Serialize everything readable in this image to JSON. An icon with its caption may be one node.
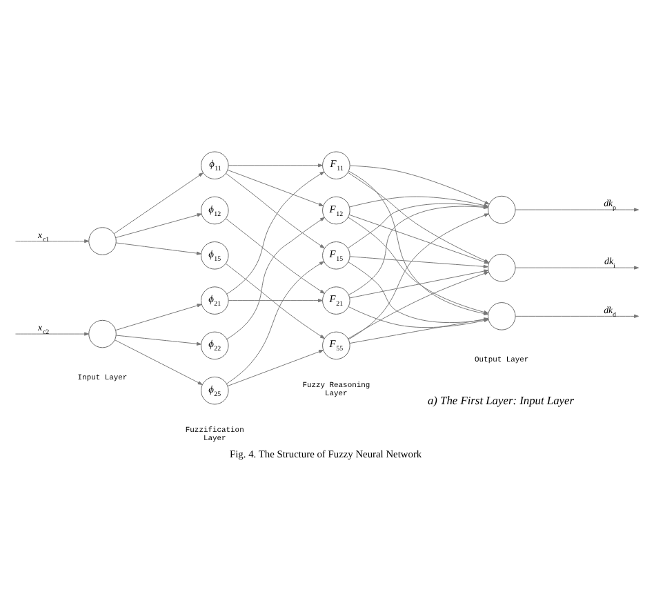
{
  "diagram": {
    "caption": "Fig. 4. The Structure of Fuzzy Neural Network",
    "nodes": [
      {
        "text": [],
        "shape": "circle"
      },
      {
        "text": [],
        "shape": "circle"
      },
      {
        "text": [
          "ϕ$_{11}$"
        ]
      },
      {
        "text": [
          "ϕ$_{12}$"
        ]
      },
      {
        "text": [
          "ϕ$_{15}$"
        ]
      },
      {
        "text": [
          "ϕ$_{21}$"
        ]
      },
      {
        "text": [
          "ϕ$_{22}$"
        ]
      },
      {
        "text": [
          "ϕ$_{25}$"
        ]
      },
      {
        "text": [
          "F$_{11}$"
        ]
      },
      {
        "text": [
          "F$_{12}$"
        ]
      },
      {
        "text": [
          "F$_{15}$"
        ]
      },
      {
        "text": [
          "F$_{21}$"
        ]
      },
      {
        "text": [
          "F$_{55}$"
        ]
      },
      {
        "text": [],
        "shape": "circle"
      },
      {
        "text": [],
        "shape": "circle"
      },
      {
        "text": [],
        "shape": "circle"
      }
    ],
    "edges": [
      {
        "from": null,
        "to": 0,
        "arrow": "to",
        "label": "x$_{c1}$"
      },
      {
        "from": null,
        "to": 1,
        "arrow": "to",
        "label": "x$_{c2}$"
      },
      {
        "from": 0,
        "to": 2,
        "arrow": "to"
      },
      {
        "from": 0,
        "to": 3,
        "arrow": "to"
      },
      {
        "from": 0,
        "to": 4,
        "arrow": "to"
      },
      {
        "from": 1,
        "to": 5,
        "arrow": "to"
      },
      {
        "from": 1,
        "to": 6,
        "arrow": "to"
      },
      {
        "from": 1,
        "to": 7,
        "arrow": "to"
      },
      {
        "from": 2,
        "to": 8,
        "arrow": "to"
      },
      {
        "from": 2,
        "to": 9,
        "arrow": "to"
      },
      {
        "from": 2,
        "to": 10,
        "arrow": "to"
      },
      {
        "from": 3,
        "to": 11,
        "arrow": "to"
      },
      {
        "from": 4,
        "to": 12,
        "arrow": "to"
      },
      {
        "from": 5,
        "to": 8,
        "arrow": "to"
      },
      {
        "from": 5,
        "to": 11,
        "arrow": "to"
      },
      {
        "from": 6,
        "to": 9,
        "arrow": "to"
      },
      {
        "from": 7,
        "to": 10,
        "arrow": "to"
      },
      {
        "from": 7,
        "to": 12,
        "arrow": "to"
      },
      {
        "from": 8,
        "to": 13,
        "arrow": "to"
      },
      {
        "from": 8,
        "to": 14,
        "arrow": "to"
      },
      {
        "from": 8,
        "to": 15,
        "arrow": "to"
      },
      {
        "from": 9,
        "to": 13,
        "arrow": "to"
      },
      {
        "from": 9,
        "to": 14,
        "arrow": "to"
      },
      {
        "from": 9,
        "to": 15,
        "arrow": "to"
      },
      {
        "from": 10,
        "to": 13,
        "arrow": "to"
      },
      {
        "from": 10,
        "to": 14,
        "arrow": "to"
      },
      {
        "from": 10,
        "to": 15,
        "arrow": "to"
      },
      {
        "from": 11,
        "to": 13,
        "arrow": "to"
      },
      {
        "from": 11,
        "to": 14,
        "arrow": "to"
      },
      {
        "from": 11,
        "to": 15,
        "arrow": "to"
      },
      {
        "from": 12,
        "to": 13,
        "arrow": "to"
      },
      {
        "from": 12,
        "to": 14,
        "arrow": "to"
      },
      {
        "from": 12,
        "to": 15,
        "arrow": "to"
      },
      {
        "from": 13,
        "to": null,
        "arrow": "to",
        "label": "dk$_{p}$"
      },
      {
        "from": 14,
        "to": null,
        "arrow": "to",
        "label": "dk$_{i}$"
      },
      {
        "from": 15,
        "to": null,
        "arrow": "to",
        "label": "dk$_{d}$"
      }
    ],
    "labels": [
      "Input Layer",
      "Fuzzification Layer",
      "Fuzzy Reasoning Layer",
      "Output Layer",
      "a) The First Layer: Input Layer"
    ]
  }
}
